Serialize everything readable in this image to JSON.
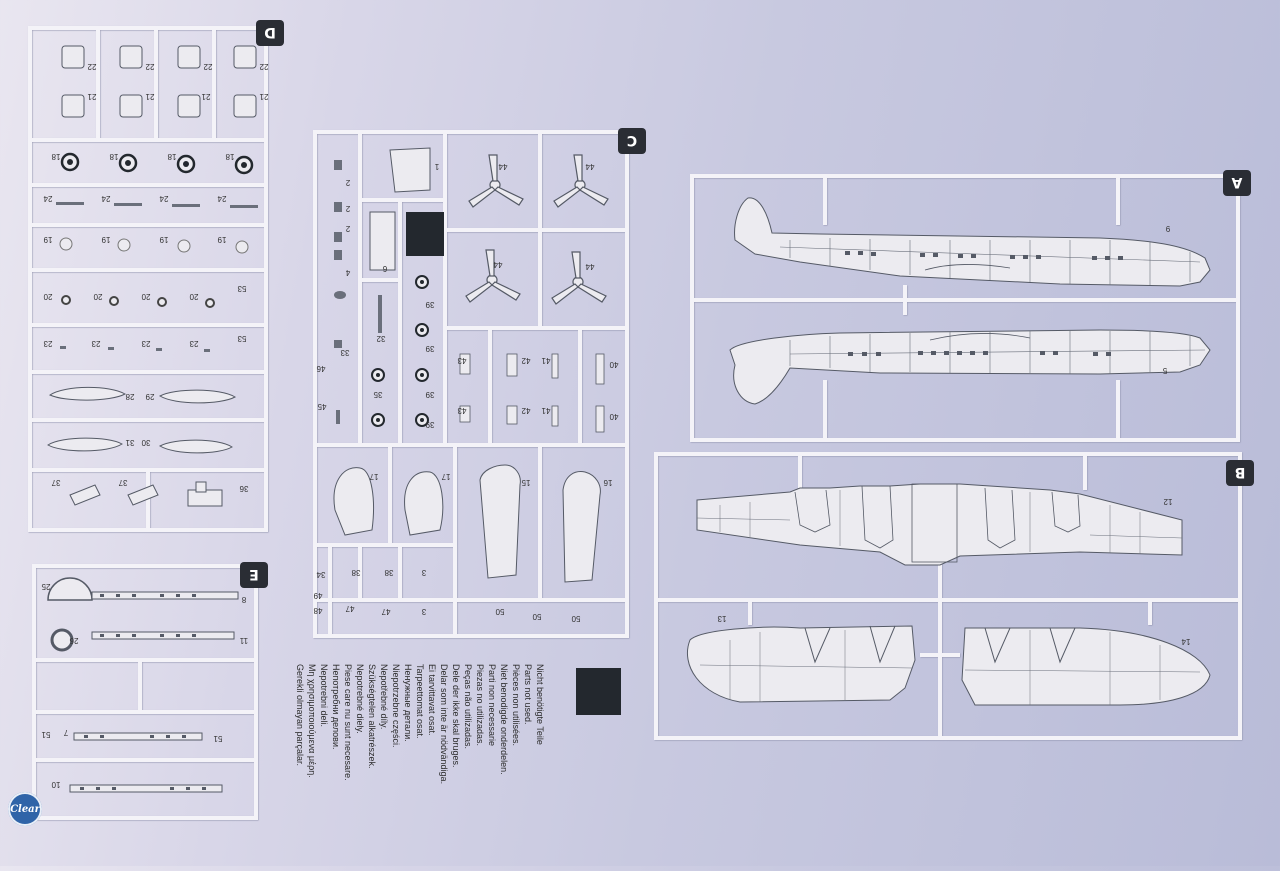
{
  "sprues": [
    {
      "id": "A",
      "label": "A"
    },
    {
      "id": "B",
      "label": "B"
    },
    {
      "id": "C",
      "label": "C"
    },
    {
      "id": "D",
      "label": "D"
    },
    {
      "id": "E",
      "label": "E"
    }
  ],
  "part_numbers": {
    "A": [
      "9",
      "5"
    ],
    "B": [
      "12",
      "13",
      "14"
    ],
    "C": [
      "1",
      "2",
      "2",
      "2",
      "4",
      "6",
      "32",
      "33",
      "46",
      "45",
      "35",
      "39",
      "39",
      "39",
      "39",
      "44",
      "44",
      "44",
      "44",
      "43",
      "43",
      "42",
      "42",
      "41",
      "41",
      "40",
      "40",
      "17",
      "17",
      "15",
      "16",
      "34",
      "38",
      "38",
      "3",
      "3",
      "49",
      "48",
      "47",
      "47",
      "50",
      "50",
      "50"
    ],
    "D": [
      "22",
      "22",
      "22",
      "22",
      "21",
      "21",
      "21",
      "21",
      "18",
      "18",
      "18",
      "18",
      "24",
      "24",
      "24",
      "24",
      "19",
      "19",
      "19",
      "19",
      "20",
      "20",
      "20",
      "20",
      "53",
      "23",
      "23",
      "23",
      "23",
      "53",
      "28",
      "29",
      "31",
      "30",
      "37",
      "37",
      "36"
    ],
    "E": [
      "25",
      "8",
      "26",
      "11",
      "51",
      "7",
      "51",
      "10"
    ]
  },
  "legend": {
    "lines": [
      "Nicht benötigte Teile",
      "Parts not used.",
      "Pièces non utilisées.",
      "Niet benodigde onderdelen.",
      "Parti non necessarie",
      "Piezas no utilizadas.",
      "Peças não utilizadas.",
      "Dele der ikke skal bruges.",
      "Delar som inte är nödvändiga.",
      "Ei tarvittavat osat.",
      "Tarpeettomat osat.",
      "Ненужные детали.",
      "Niepotrzebne części.",
      "Nepotřebné díly.",
      "Szükségtelen alkatrészek.",
      "Nepotrebné diely.",
      "Piese care nu sunt necesare.",
      "Непотребни делови.",
      "Nepotrebni deli.",
      "Μη χρησιμοποιούμενα μέρη.",
      "Gerekli olmayan parçalar."
    ],
    "swatch_color": "#23282e"
  },
  "brand": {
    "logo_text": "Clear"
  },
  "colors": {
    "line": "#f4f3f8",
    "line_shadow": "#a7a9c2",
    "part_fill": "#ecebf0",
    "detail": "#555a66",
    "dark": "#23282e"
  }
}
